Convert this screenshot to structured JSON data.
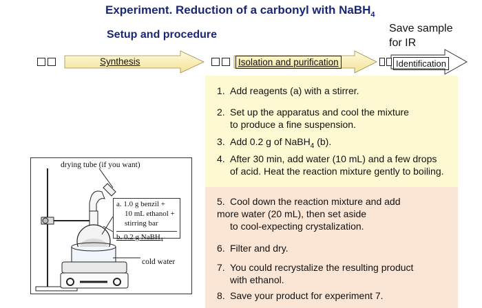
{
  "header": {
    "title_main": "Experiment. Reduction of a carbonyl with NaBH",
    "title_sub": "4",
    "subtitle": "Setup and procedure",
    "save_note_line1": "Save sample",
    "save_note_line2": "for IR"
  },
  "stages": {
    "synthesis": "Synthesis",
    "isolation": "Isolation and purification",
    "identification": "Identification"
  },
  "steps_top": [
    {
      "num": "1.",
      "text": "Add reagents (a) with a stirrer."
    },
    {
      "num": "2.",
      "text": "Set up the apparatus and cool the mixture",
      "cont": "to produce a fine suspension."
    },
    {
      "num": "3.",
      "text_pre": "Add 0.2 g of NaBH",
      "sub": "4",
      "text_post": " (b)."
    },
    {
      "num": "4.",
      "text": "After 30 min, add water (10 mL) and a few drops",
      "cont": "of acid. Heat the reaction mixture gently to boiling."
    }
  ],
  "steps_bottom": [
    {
      "num": "5.",
      "text": "Cool down the reaction mixture and add",
      "cont2": "more water (20 mL), then set aside",
      "cont": "to cool-expecting crystalization."
    },
    {
      "num": "6.",
      "text": "Filter and dry."
    },
    {
      "num": "7.",
      "text": "You could recrystalize the resulting product",
      "cont": "with ethanol."
    },
    {
      "num": "8.",
      "text": "Save your product for experiment 7."
    }
  ],
  "apparatus": {
    "drying_tube": "drying tube (if you want)",
    "reagent_a_line1": "a. 1.0 g benzil +",
    "reagent_a_line2": "10 mL ethanol +",
    "reagent_a_line3": "stirring bar",
    "reagent_b_pre": "b. 0.2 g NaBH",
    "reagent_b_sub": "4",
    "cold_water": "cold water"
  },
  "colors": {
    "title": "#1a2677",
    "arrow_fill_start": "#fdf8c4",
    "arrow_fill_end": "#f6e9a6",
    "panel_top": "#fdf9d2",
    "panel_bottom": "#fbe5d4"
  }
}
